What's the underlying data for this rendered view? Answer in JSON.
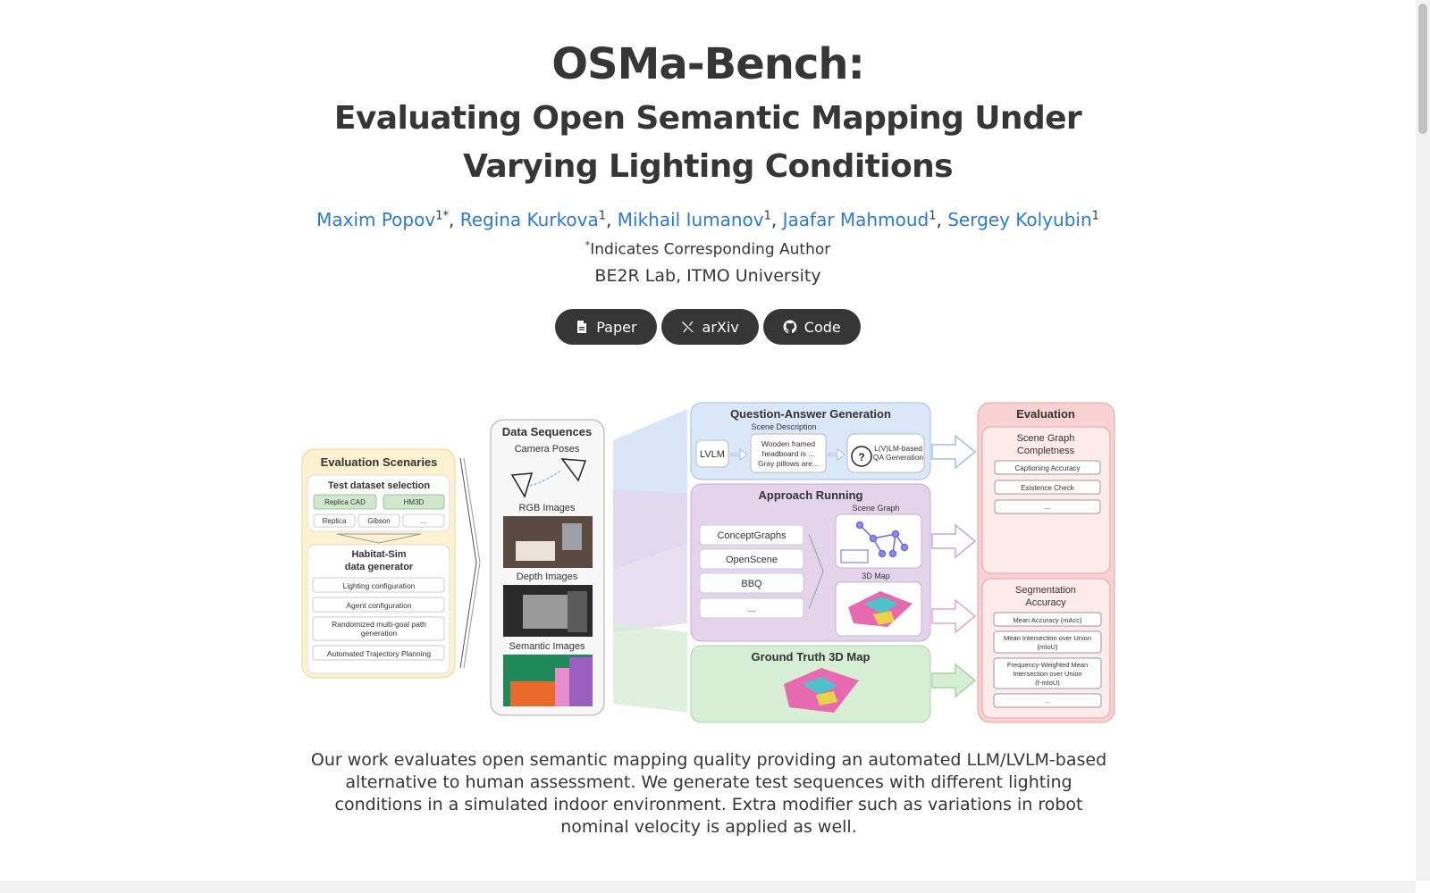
{
  "title": "OSMa-Bench:",
  "subtitle": "Evaluating Open Semantic Mapping Under Varying Lighting Conditions",
  "authors": [
    {
      "name": "Maxim Popov",
      "sup": "1*"
    },
    {
      "name": "Regina Kurkova",
      "sup": "1"
    },
    {
      "name": "Mikhail Iumanov",
      "sup": "1"
    },
    {
      "name": "Jaafar Mahmoud",
      "sup": "1"
    },
    {
      "name": "Sergey Kolyubin",
      "sup": "1"
    }
  ],
  "corresponding_note": {
    "sup": "*",
    "text": "Indicates Corresponding Author"
  },
  "affiliation": "BE2R Lab, ITMO University",
  "buttons": [
    {
      "label": "Paper",
      "icon": "pdf-icon"
    },
    {
      "label": "arXiv",
      "icon": "arxiv-icon"
    },
    {
      "label": "Code",
      "icon": "github-icon"
    }
  ],
  "figure": {
    "eval_scenarios": {
      "title": "Evaluation Scenaries",
      "dataset_title": "Test dataset selection",
      "datasets_top": [
        "Replica CAD",
        "HM3D"
      ],
      "datasets_bottom": [
        "Replica",
        "Gibson",
        "..."
      ],
      "generator_title_1": "Habitat-Sim",
      "generator_title_2": "data generator",
      "generator_items": [
        "Lighting configuration",
        "Agent configuration",
        "Randomized multi-goal path",
        "generation",
        "Automated Trajectory Planning"
      ]
    },
    "data_sequences": {
      "title": "Data Sequences",
      "items": [
        "Camera Poses",
        "RGB Images",
        "Depth Images",
        "Semantic Images"
      ]
    },
    "qa": {
      "title": "Question-Answer Generation",
      "scene_desc": "Scene Description",
      "lvlm": "LVLM",
      "desc_lines": [
        "Wooden framed",
        "headboard is ...",
        "Gray  pillows are..."
      ],
      "qa_gen_1": "L(V)LM-based",
      "qa_gen_2": "QA Generation"
    },
    "approach": {
      "title": "Approach Running",
      "methods": [
        "ConceptGraphs",
        "OpenScene",
        "BBQ",
        "..."
      ],
      "scene_graph": "Scene Graph",
      "map3d": "3D Map"
    },
    "gt": {
      "title": "Ground Truth 3D Map"
    },
    "evaluation": {
      "title": "Evaluation",
      "sg_title_1": "Scene Graph",
      "sg_title_2": "Completness",
      "sg_items": [
        "Captioning Accuracy",
        "Existence Check",
        "..."
      ],
      "seg_title_1": "Segmentation",
      "seg_title_2": "Accuracy",
      "seg_item_1": "Mean Accuracy (mAcc)",
      "seg_item_2a": "Mean Intersection over Union",
      "seg_item_2b": "(mIoU)",
      "seg_item_3a": "Frequency-Weighted Mean",
      "seg_item_3b": "Intersection over Union",
      "seg_item_3c": "(f-mIoU)",
      "seg_item_4": "..."
    }
  },
  "abstract": "Our work evaluates open semantic mapping quality providing an automated LLM/LVLM-based alternative to human assessment. We generate test sequences with different lighting conditions in a simulated indoor environment. Extra modifier such as variations in robot nominal velocity is applied as well.",
  "colors": {
    "link": "#2a7ad6",
    "button_bg": "#363636",
    "text": "#363636"
  }
}
